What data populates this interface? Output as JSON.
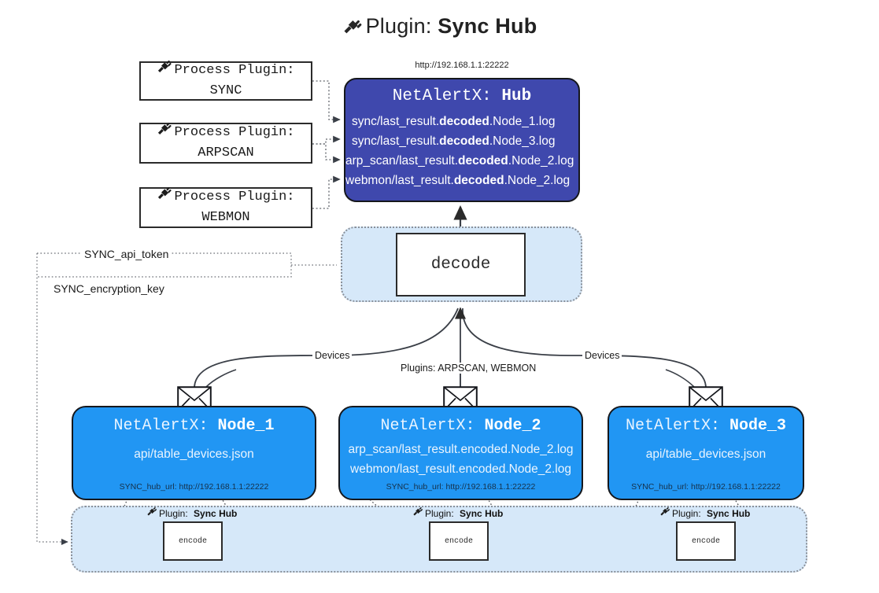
{
  "header": {
    "icon": "plug-icon",
    "prefix": "Plugin:",
    "name": "Sync Hub",
    "hub_url": "http://192.168.1.1:22222"
  },
  "process_plugins": [
    {
      "icon": "plug-icon",
      "line1": "Process Plugin:",
      "line2": "SYNC"
    },
    {
      "icon": "plug-icon",
      "line1": "Process Plugin:",
      "line2": "ARPSCAN"
    },
    {
      "icon": "plug-icon",
      "line1": "Process Plugin:",
      "line2": "WEBMON"
    }
  ],
  "hub": {
    "title_prefix": "NetAlertX:",
    "title_name": "Hub",
    "rows": [
      {
        "pre": "sync/last_result.",
        "em": "decoded",
        "post": ".Node_1.log"
      },
      {
        "pre": "sync/last_result.",
        "em": "decoded",
        "post": ".Node_3.log"
      },
      {
        "pre": "arp_scan/last_result.",
        "em": "decoded",
        "post": ".Node_2.log"
      },
      {
        "pre": "webmon/last_result.",
        "em": "decoded",
        "post": ".Node_2.log"
      }
    ]
  },
  "decode": {
    "label": "decode"
  },
  "secrets": [
    {
      "label": "SYNC_api_token"
    },
    {
      "label": "SYNC_encryption_key"
    }
  ],
  "edge_labels": {
    "devices_left": "Devices",
    "devices_right": "Devices",
    "plugins_center": "Plugins: ARPSCAN, WEBMON"
  },
  "nodes": [
    {
      "title_prefix": "NetAlertX:",
      "title_name": "Node_1",
      "lines": [
        "api/table_devices.json"
      ],
      "hub_url_label": "SYNC_hub_url: http://192.168.1.1:22222",
      "envelope_icon": "envelope-icon"
    },
    {
      "title_prefix": "NetAlertX:",
      "title_name": "Node_2",
      "lines": [
        "arp_scan/last_result.encoded.Node_2.log",
        "webmon/last_result.encoded.Node_2.log"
      ],
      "hub_url_label": "SYNC_hub_url: http://192.168.1.1:22222",
      "envelope_icon": "envelope-icon"
    },
    {
      "title_prefix": "NetAlertX:",
      "title_name": "Node_3",
      "lines": [
        "api/table_devices.json"
      ],
      "hub_url_label": "SYNC_hub_url: http://192.168.1.1:22222",
      "envelope_icon": "envelope-icon"
    }
  ],
  "encoders": [
    {
      "caption_prefix": "Plugin:",
      "caption_name": "Sync Hub",
      "label": "encode",
      "icon": "plug-icon"
    },
    {
      "caption_prefix": "Plugin:",
      "caption_name": "Sync Hub",
      "label": "encode",
      "icon": "plug-icon"
    },
    {
      "caption_prefix": "Plugin:",
      "caption_name": "Sync Hub",
      "label": "encode",
      "icon": "plug-icon"
    }
  ],
  "colors": {
    "hub_fill": "#3f48ad",
    "node_fill": "#2196f3",
    "zone_fill": "#d6e8f9",
    "stroke": "#15171c"
  }
}
